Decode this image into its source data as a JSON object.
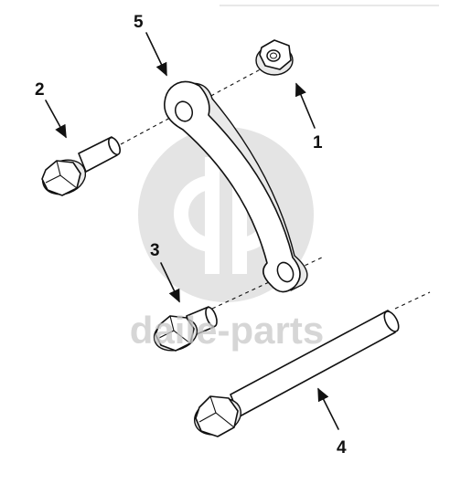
{
  "callouts": {
    "c1": "1",
    "c2": "2",
    "c3": "3",
    "c4": "4",
    "c5": "5"
  },
  "watermark": {
    "text": "daile-parts"
  },
  "colors": {
    "ink": "#111111",
    "watermark": "#c9c9c9"
  }
}
